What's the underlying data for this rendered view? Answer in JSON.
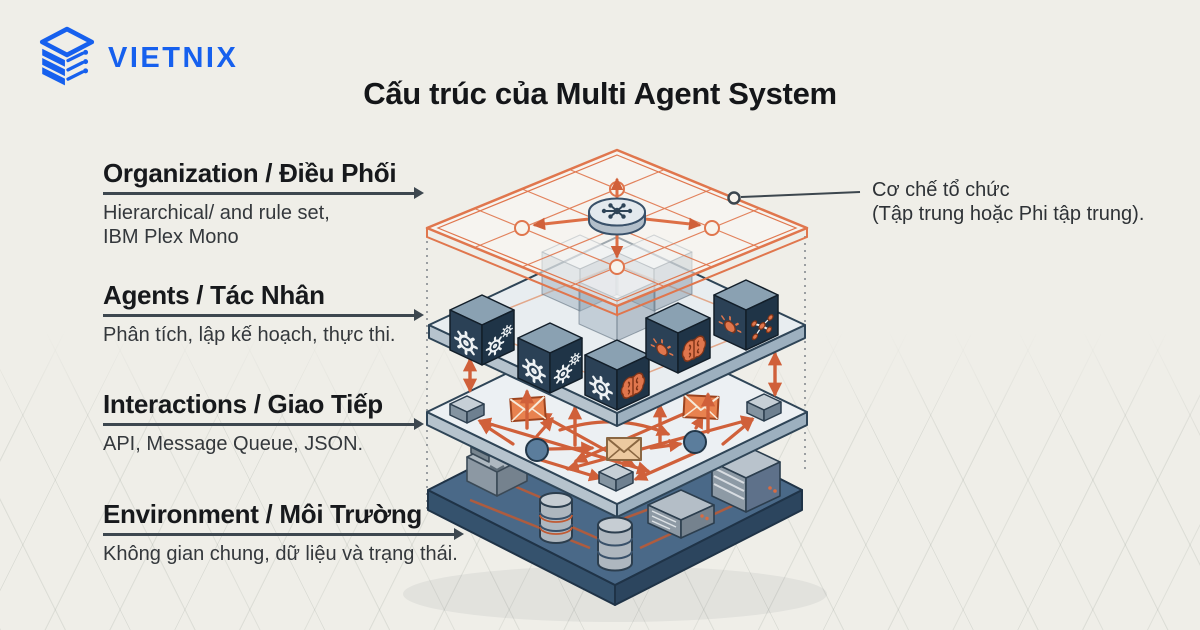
{
  "header": {
    "brand": "VIETNIX",
    "title": "Cấu trúc của Multi Agent System"
  },
  "layer_labels": [
    {
      "heading": "Organization / Điều Phối",
      "captions": [
        "Hierarchical/ and rule set,",
        "IBM Plex Mono"
      ]
    },
    {
      "heading": "Agents / Tác Nhân",
      "captions": [
        "Phân tích, lập kế hoạch, thực thi."
      ]
    },
    {
      "heading": "Interactions / Giao Tiếp",
      "captions": [
        "API, Message Queue, JSON."
      ]
    },
    {
      "heading": "Environment / Môi Trường",
      "captions": [
        "Không gian chung, dữ liệu và trạng thái."
      ]
    }
  ],
  "annotation": {
    "lines": [
      "Cơ chế tổ chức",
      "(Tập trung hoặc Phi tập trung)."
    ]
  },
  "diagram": {
    "layers": [
      "organization-grid",
      "agents-cubes",
      "interactions-network",
      "environment-base"
    ],
    "icons": [
      "hub-icon",
      "gear-icon",
      "brain-icon",
      "lightbulb-icon",
      "network-icon",
      "envelope-icon",
      "node-icon",
      "folder-icon",
      "database-icon",
      "server-icon",
      "rack-icon"
    ]
  },
  "colors": {
    "background": "#efeee8",
    "brand_blue": "#1660ee",
    "ink": "#17191c",
    "muted": "#34383c",
    "accent_orange": "#dd6f46",
    "cube_navy": "#2b4156",
    "platform_light": "#e9edf1",
    "environment_top": "#4a6988"
  }
}
